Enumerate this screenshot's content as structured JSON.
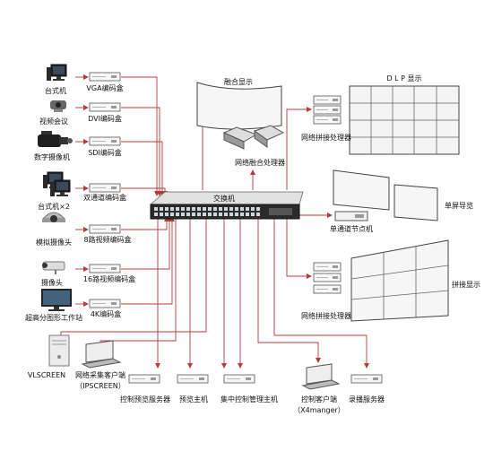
{
  "sources": {
    "desktop": "台式机",
    "video_conf": "视频会议",
    "camcorder": "数字摄像机",
    "desktop_x2": "台式机×2",
    "analog_cam": "模拟摄像头",
    "camera": "摄像头",
    "workstation": "超高分图形工作站",
    "vlscreen": "VLSCREEN"
  },
  "encoders": {
    "vga": "VGA编码盒",
    "dvi": "DVI编码盒",
    "sdi": "SDI编码盒",
    "dual": "双通道编码盒",
    "ch8": "8路视频编码盒",
    "ch16": "16路视频编码盒",
    "k4": "4K编码盒"
  },
  "switch": {
    "label": "交换机"
  },
  "displays": {
    "fusion_display": "融合显示",
    "fusion_processor": "网络融合处理器",
    "dlp_display": "D L P 显示",
    "splice_processor_top": "网络拼接处理器",
    "single_guide": "单屏导览",
    "node_machine": "单通道节点机",
    "splice_display": "拼接显示",
    "splice_processor_bottom": "网络拼接处理器"
  },
  "clients": {
    "collect_client": "网络采集客户端",
    "collect_client_sub": "（IPSCREEN）",
    "preview_server": "控制预览服务器",
    "preview_host": "预览主机",
    "central_server": "集中控制管理主机",
    "control_client": "控制客户端",
    "control_client_sub": "（X4manger）",
    "record_server": "录播服务器"
  },
  "colors": {
    "arrow": "#b83a3a",
    "device_stroke": "#555555",
    "screen_fill": "#1a1a1a",
    "wall_fill": "#f4f4f4"
  }
}
